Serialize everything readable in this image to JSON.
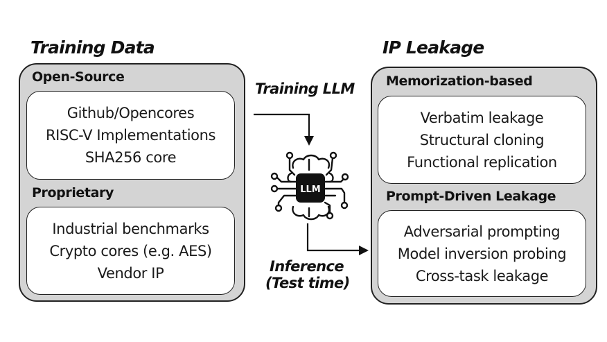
{
  "left": {
    "title": "Training Data",
    "sections": [
      {
        "label": "Open-Source",
        "items": [
          "Github/Opencores",
          "RISC-V Implementations",
          "SHA256 core"
        ]
      },
      {
        "label": "Proprietary",
        "items": [
          "Industrial benchmarks",
          "Crypto cores (e.g. AES)",
          "Vendor IP"
        ]
      }
    ]
  },
  "middle": {
    "training_label": "Training LLM",
    "chip_label": "LLM",
    "inference_label_line1": "Inference",
    "inference_label_line2": "(Test time)"
  },
  "right": {
    "title": "IP Leakage",
    "sections": [
      {
        "label": "Memorization-based",
        "items": [
          "Verbatim leakage",
          "Structural cloning",
          "Functional replication"
        ]
      },
      {
        "label": "Prompt-Driven Leakage",
        "items": [
          "Adversarial prompting",
          "Model inversion probing",
          "Cross-task leakage"
        ]
      }
    ]
  }
}
